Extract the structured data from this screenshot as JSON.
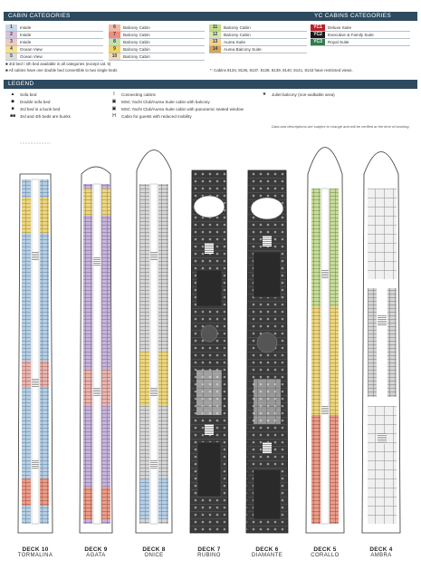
{
  "categories": {
    "header": "CABIN CATEGORIES",
    "yc_header": "YC CABINS CATEGORIES",
    "columns": [
      [
        {
          "code": "1",
          "label": "Inside",
          "color": "#c9d8e8"
        },
        {
          "code": "2",
          "label": "Inside",
          "color": "#d9c2d8"
        },
        {
          "code": "3",
          "label": "Inside",
          "color": "#eec9c6"
        },
        {
          "code": "4",
          "label": "Ocean View",
          "color": "#f6e08c"
        },
        {
          "code": "5",
          "label": "Ocean View",
          "color": "#dcdcdc"
        }
      ],
      [
        {
          "code": "6",
          "label": "Balcony Cabin",
          "color": "#f4b9a3"
        },
        {
          "code": "7",
          "label": "Balcony Cabin",
          "color": "#f08c78"
        },
        {
          "code": "8",
          "label": "Balcony Cabin",
          "color": "#c9e0ad"
        },
        {
          "code": "9",
          "label": "Balcony Cabin",
          "color": "#f1d35e"
        },
        {
          "code": "10",
          "label": "Balcony Cabin",
          "color": "#f1dbb8"
        }
      ],
      [
        {
          "code": "11",
          "label": "Balcony Cabin",
          "color": "#c3dc84"
        },
        {
          "code": "12",
          "label": "Balcony Cabin",
          "color": "#d9e6ad"
        },
        {
          "code": "13",
          "label": "Aurea Suite",
          "color": "#f3d18a"
        },
        {
          "code": "14",
          "label": "Aurea Balcony Suite",
          "color": "#d7a45c"
        }
      ]
    ],
    "yc": [
      {
        "code": "YC1",
        "label": "Deluxe Suite",
        "color": "#b91f2e"
      },
      {
        "code": "YC2",
        "label": "Executive & Family Suite",
        "color": "#1a1a1a"
      },
      {
        "code": "YC3",
        "label": "Royal Suite",
        "color": "#2f7d4a"
      }
    ],
    "notes": [
      "3rd bed / 4th bed available in all categories (except cat. 6)",
      "All cabins have one double bed convertible to two single beds"
    ],
    "restricted_note": "*: Cabins 8134, 8136, 8137, 8138, 8139, 8140, 8141, 8143 have restricted views."
  },
  "legend": {
    "header": "LEGEND",
    "col1": [
      {
        "symbol": "▲",
        "label": "Sofa bed"
      },
      {
        "symbol": "◆",
        "label": "Double sofa bed"
      },
      {
        "symbol": "■",
        "label": "3rd bed is a bunk bed"
      },
      {
        "symbol": "■■",
        "label": "3rd and 4th beds are bunks"
      }
    ],
    "col2": [
      {
        "symbol": "I",
        "label": "Connecting cabins"
      },
      {
        "symbol": "▣",
        "label": "MSC Yacht Club/Aurea Suite cabin with balcony"
      },
      {
        "symbol": "▣",
        "label": "MSC Yacht Club/Aurea Suite cabin with panoramic seated window"
      },
      {
        "symbol": "H",
        "label": "Cabin for guests with reduced mobility"
      }
    ],
    "col3": [
      {
        "symbol": "★",
        "label": "Juliet balcony (non-walkable area)"
      }
    ],
    "disclaimer": "Data and descriptions are subject to change and will be verified at the time of booking."
  },
  "decks": [
    {
      "num": "DECK 10",
      "name": "TORMALINA",
      "type": "cabin"
    },
    {
      "num": "DECK 9",
      "name": "AGATA",
      "type": "cabin"
    },
    {
      "num": "DECK 8",
      "name": "ONICE",
      "type": "cabin"
    },
    {
      "num": "DECK 7",
      "name": "RUBINO",
      "type": "public"
    },
    {
      "num": "DECK 6",
      "name": "DIAMANTE",
      "type": "public"
    },
    {
      "num": "DECK 5",
      "name": "CORALLO",
      "type": "cabin"
    },
    {
      "num": "DECK 4",
      "name": "AMBRA",
      "type": "public"
    }
  ]
}
